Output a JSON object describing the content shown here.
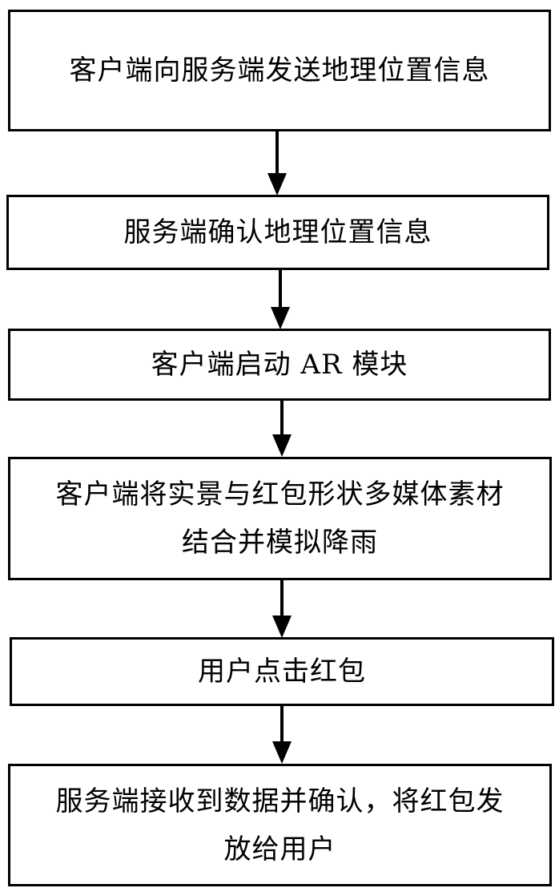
{
  "flowchart": {
    "steps": [
      {
        "label": "客户端向服务端发送地理位置信息"
      },
      {
        "label": "服务端确认地理位置信息"
      },
      {
        "label": "客户端启动 AR 模块"
      },
      {
        "label": "客户端将实景与红包形状多媒体素材结合并模拟降雨"
      },
      {
        "label": "用户点击红包"
      },
      {
        "label": "服务端接收到数据并确认，将红包发放给用户"
      }
    ],
    "connectors": [
      {
        "from": 1,
        "to": 2
      },
      {
        "from": 2,
        "to": 3
      },
      {
        "from": 3,
        "to": 4
      },
      {
        "from": 4,
        "to": 5
      },
      {
        "from": 5,
        "to": 6
      }
    ]
  }
}
